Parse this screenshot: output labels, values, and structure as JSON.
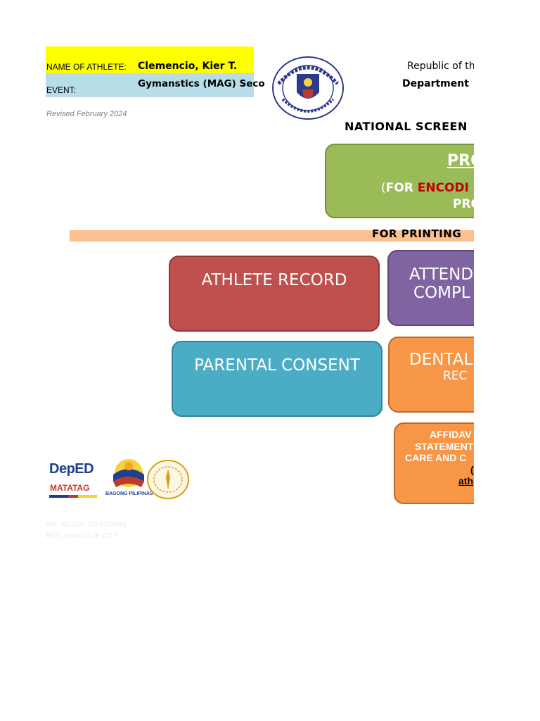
{
  "athlete": {
    "name_label": "NAME OF ATHLETE:",
    "name_value": "Clemencio, Kier T.",
    "event_label": "EVENT:",
    "event_value": "Gymanstics (MAG) Seco"
  },
  "revised": "Revised February 2024",
  "header": {
    "republic": "Republic of th",
    "department": "Department",
    "title": "NATIONAL SCREEN"
  },
  "procedure_box": {
    "title": "PRO",
    "open_paren": "(",
    "for_word": "FOR ",
    "encode_word": "ENCODI",
    "line2": "PRO"
  },
  "printing_bar": "FOR PRINTING",
  "buttons": {
    "athlete_record": "ATHLETE RECORD",
    "attendance_line1": "ATTEND",
    "attendance_line2": "COMPL",
    "parental_consent": "PARENTAL CONSENT",
    "dental_line1": "DENTAL",
    "dental_line2": "REC",
    "affidavit_line1": "AFFIDAV",
    "affidavit_line2": "STATEMENT",
    "affidavit_line3": "CARE AND C",
    "affidavit_line4": "(",
    "affidavit_line5": "ath"
  },
  "logos": {
    "deped_top": "DepED",
    "deped_bottom": "MATATAG",
    "bagong": "BAGONG PILIPINAS"
  },
  "footer": {
    "line1": "MA. NESSA TIO-ESPINA",
    "line2": "RO7, MANDAUE CITY"
  },
  "colors": {
    "red_box": "#c0504d",
    "purple_box": "#8064a2",
    "blue_box": "#4bacc6",
    "orange_box": "#f79646",
    "green_box": "#9bbb59",
    "peach_bar": "#fac090"
  }
}
